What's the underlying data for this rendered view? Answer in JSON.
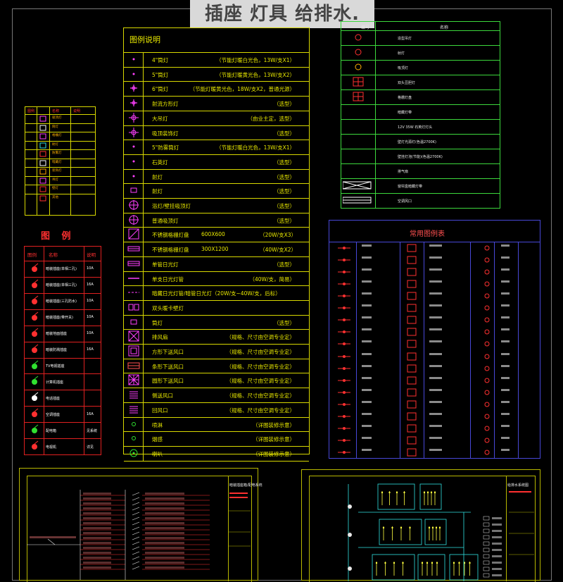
{
  "banner": {
    "title": "插座 灯具 给排水."
  },
  "legend_main": {
    "title": "图例说明",
    "rows": [
      {
        "icon": "dot-icon",
        "name": "4\"筒灯",
        "spec": "（节能灯暖白光色，13W/支X1）"
      },
      {
        "icon": "dot-icon",
        "name": "5\"筒灯",
        "spec": "（节能灯暖黄光色，13W/支X2）"
      },
      {
        "icon": "plus-icon",
        "name": "6\"筒灯",
        "spec": "（节能灯暖黄光色，18W/支X2，普通光源）"
      },
      {
        "icon": "plus-icon",
        "name": "射流方形灯",
        "spec": "（选型）"
      },
      {
        "icon": "sun-icon",
        "name": "大吊灯",
        "spec": "（由业主定，选型）"
      },
      {
        "icon": "sun-icon",
        "name": "吸顶装饰灯",
        "spec": "（选型）"
      },
      {
        "icon": "dot-icon",
        "name": "5\"防雾筒灯",
        "spec": "（节能灯暖白光色，13W/支X1）"
      },
      {
        "icon": "dot-icon",
        "name": "石英灯",
        "spec": "（选型）"
      },
      {
        "icon": "dot-icon",
        "name": "射灯",
        "spec": "（选型）"
      },
      {
        "icon": "box-icon",
        "name": "射灯",
        "spec": "（选型）"
      },
      {
        "icon": "crosshair-icon",
        "name": "浴灯/壁挂吸顶灯",
        "spec": "（选型）"
      },
      {
        "icon": "crosshair-icon",
        "name": "普通吸顶灯",
        "spec": "（选型）"
      },
      {
        "icon": "square-slash-icon",
        "name": "不锈钢格栅灯盘",
        "spec": "600X600",
        "spec2": "（20W/支X3）"
      },
      {
        "icon": "bar-icon",
        "name": "不锈钢格栅灯盘",
        "spec": "300X1200",
        "spec2": "（40W/支X2）"
      },
      {
        "icon": "bar-icon",
        "name": "单管日光灯",
        "spec": "（选型）"
      },
      {
        "icon": "line-icon",
        "name": "单支日光灯管",
        "spec": "（40W/支，简易）"
      },
      {
        "icon": "dash-icon",
        "name": "暗藏日光灯管/暗管日光灯（20W/支~40W/支，后标）",
        "spec": ""
      },
      {
        "icon": "double-box-icon",
        "name": "双头暖卡壁灯",
        "spec": ""
      },
      {
        "icon": "box-icon",
        "name": "筒灯",
        "spec": "（选型）"
      },
      {
        "icon": "fan-icon",
        "name": "排风扇",
        "spec": "（规格、尺寸由空调专业定）"
      },
      {
        "icon": "square-icon",
        "name": "方形下送风口",
        "spec": "（规格、尺寸由空调专业定）"
      },
      {
        "icon": "rect-icon",
        "name": "条形下送风口",
        "spec": "（规格、尺寸由空调专业定）"
      },
      {
        "icon": "x-icon",
        "name": "圆形下送风口",
        "spec": "（规格、尺寸由空调专业定）"
      },
      {
        "icon": "grille-icon",
        "name": "侧送风口",
        "spec": "（规格、尺寸由空调专业定）"
      },
      {
        "icon": "grille-icon",
        "name": "回风口",
        "spec": "（规格、尺寸由空调专业定）"
      },
      {
        "icon": "circle-small-icon",
        "name": "喷淋",
        "spec": "（详图装修示意）"
      },
      {
        "icon": "circle-small-icon",
        "name": "烟感",
        "spec": "（详图装修示意）"
      },
      {
        "icon": "circle-dot-icon",
        "name": "喇叭",
        "spec": "（详图装修示意）"
      }
    ]
  },
  "legend_red": {
    "title": "图 例",
    "headers": [
      "图例",
      "名称",
      "说明"
    ],
    "rows": [
      {
        "name": "暗装插座(单相二孔)",
        "note": "10A"
      },
      {
        "name": "暗装插座(单相三孔)",
        "note": "16A"
      },
      {
        "name": "暗装插座(三孔防水)",
        "note": "10A"
      },
      {
        "name": "暗装插座(带开关)",
        "note": "10A"
      },
      {
        "name": "暗装地面插座",
        "note": "10A"
      },
      {
        "name": "暗装防溅插座",
        "note": "16A"
      },
      {
        "name": "TV电视插座",
        "note": ""
      },
      {
        "name": "计算机插座",
        "note": ""
      },
      {
        "name": "电话插座",
        "note": ""
      },
      {
        "name": "空调插座",
        "note": "16A"
      },
      {
        "name": "配电箱",
        "note": "见系统"
      },
      {
        "name": "电视机",
        "note": "详见"
      }
    ]
  },
  "legend_green": {
    "headers": [
      "编号",
      "名称"
    ],
    "rows": [
      "造型吊灯",
      "射灯",
      "吸顶灯",
      "双头豆胆灯",
      "格栅灯盘",
      "暗藏灯带",
      "12V 35W 石英灯灯头",
      "壁灯光源灯(色温2700K)",
      "壁挂灯泡(节能)(色温2700K)",
      "排气扇",
      "窗帘盒暗藏灯带",
      "空调风口"
    ]
  },
  "legend_small": {
    "headers": [
      "图例",
      "名称",
      "说明"
    ],
    "rows": [
      "吸顶灯",
      "筒灯",
      "格栅灯",
      "射灯",
      "防雾灯",
      "暗藏灯",
      "装饰灯",
      "吊灯",
      "壁灯",
      "其他"
    ]
  },
  "legend_blue": {
    "title": "常用图例表"
  },
  "bottom_left": {
    "title_block": "暗装插座箱/配电系统"
  },
  "bottom_right": {
    "title_block": "给排水系统图"
  }
}
